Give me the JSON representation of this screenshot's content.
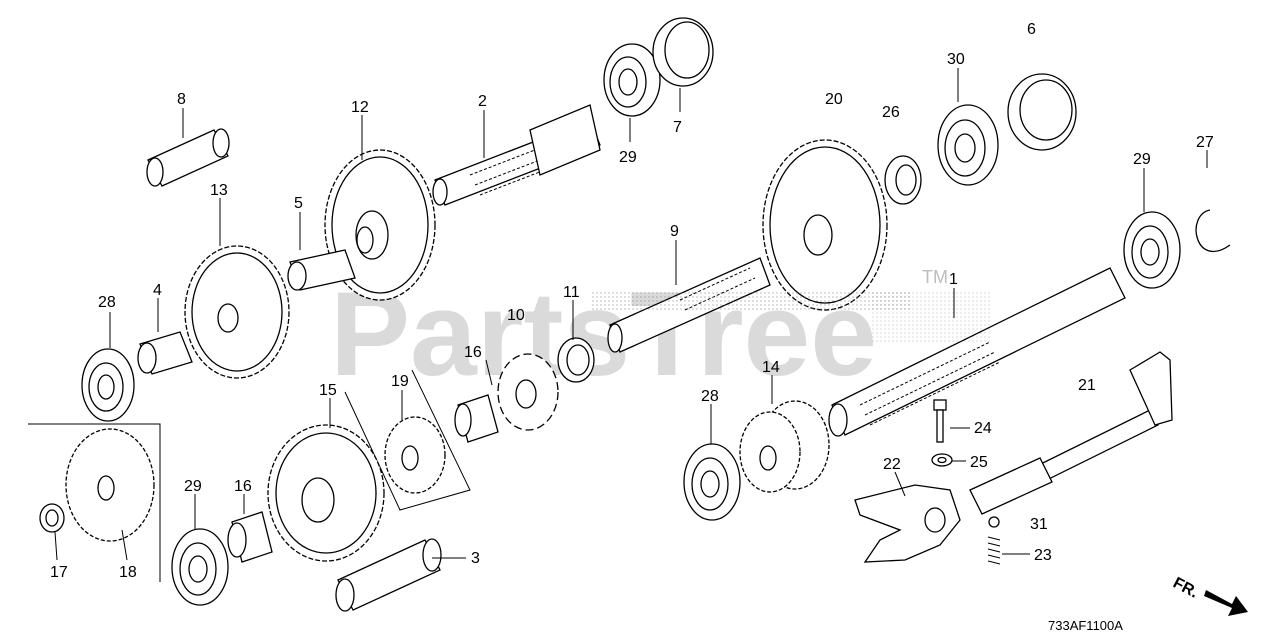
{
  "watermark": {
    "text": "PartsTree",
    "tm": "TM"
  },
  "diagram_code": "733AF1100A",
  "direction_label": "FR.",
  "callouts": [
    {
      "id": "c8",
      "label": "8"
    },
    {
      "id": "c12",
      "label": "12"
    },
    {
      "id": "c2",
      "label": "2"
    },
    {
      "id": "c29a",
      "label": "29"
    },
    {
      "id": "c7",
      "label": "7"
    },
    {
      "id": "c6",
      "label": "6"
    },
    {
      "id": "c30",
      "label": "30"
    },
    {
      "id": "c20",
      "label": "20"
    },
    {
      "id": "c26",
      "label": "26"
    },
    {
      "id": "c29b",
      "label": "29"
    },
    {
      "id": "c27",
      "label": "27"
    },
    {
      "id": "c13",
      "label": "13"
    },
    {
      "id": "c5",
      "label": "5"
    },
    {
      "id": "c9",
      "label": "9"
    },
    {
      "id": "c1",
      "label": "1"
    },
    {
      "id": "c28a",
      "label": "28"
    },
    {
      "id": "c4",
      "label": "4"
    },
    {
      "id": "c11",
      "label": "11"
    },
    {
      "id": "c10",
      "label": "10"
    },
    {
      "id": "c16a",
      "label": "16"
    },
    {
      "id": "c19",
      "label": "19"
    },
    {
      "id": "c15",
      "label": "15"
    },
    {
      "id": "c14",
      "label": "14"
    },
    {
      "id": "c21",
      "label": "21"
    },
    {
      "id": "c28b",
      "label": "28"
    },
    {
      "id": "c24",
      "label": "24"
    },
    {
      "id": "c25",
      "label": "25"
    },
    {
      "id": "c22",
      "label": "22"
    },
    {
      "id": "c29c",
      "label": "29"
    },
    {
      "id": "c16b",
      "label": "16"
    },
    {
      "id": "c31",
      "label": "31"
    },
    {
      "id": "c23",
      "label": "23"
    },
    {
      "id": "c3",
      "label": "3"
    },
    {
      "id": "c17",
      "label": "17"
    },
    {
      "id": "c18",
      "label": "18"
    }
  ]
}
